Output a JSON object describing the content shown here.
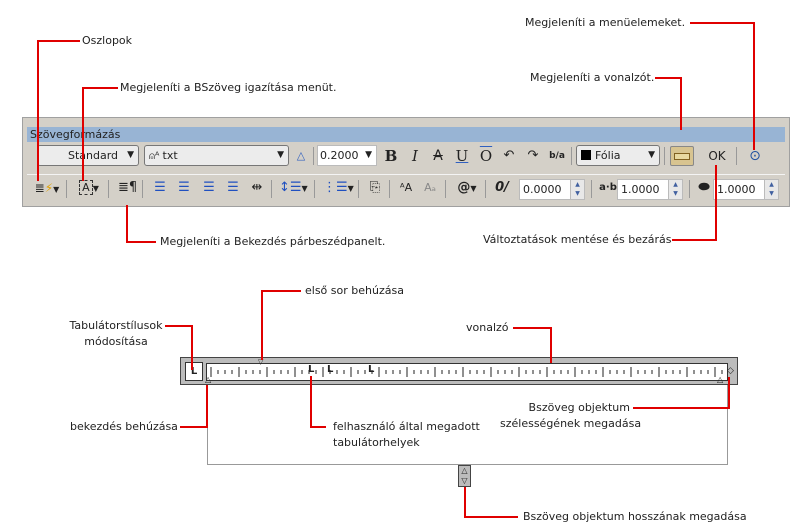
{
  "toolbar": {
    "title": "Szövegformázás",
    "style_value": "Standard",
    "font_value": "txt",
    "height_value": "0.2000",
    "bold": "B",
    "italic": "I",
    "strike": "A",
    "underline": "U",
    "overline": "O",
    "undo": "↶",
    "redo": "↷",
    "stack": "b/a",
    "color_value": "Fólia",
    "ok_label": "OK",
    "at_label": "@",
    "oblique_value": "0.0000",
    "tracking_value": "1.0000",
    "width_factor_value": "1.0000"
  },
  "callouts": {
    "columns": "Oszlopok",
    "justification": "Megjeleníti a BSzöveg igazítása menüt.",
    "options": "Megjeleníti a menüelemeket.",
    "ruler_toggle": "Megjeleníti a vonalzót.",
    "paragraph": "Megjeleníti a Bekezdés párbeszédpanelt.",
    "save_close": "Változtatások mentése és bezárás",
    "first_line": "első sor behúzása",
    "tab_styles_1": "Tabulátorstílusok",
    "tab_styles_2": "módosítása",
    "ruler": "vonalzó",
    "paragraph_indent": "bekezdés behúzása",
    "user_tabs_1": "felhasználó által megadott",
    "user_tabs_2": "tabulátorhelyek",
    "width_1": "Bszöveg objektum",
    "width_2": "szélességének megadása",
    "height": "Bszöveg objektum hosszának megadása"
  },
  "ruler": {
    "tab_marker": "L"
  },
  "colors": {
    "callout": "#e00000",
    "titlebar": "#98b4d4"
  }
}
